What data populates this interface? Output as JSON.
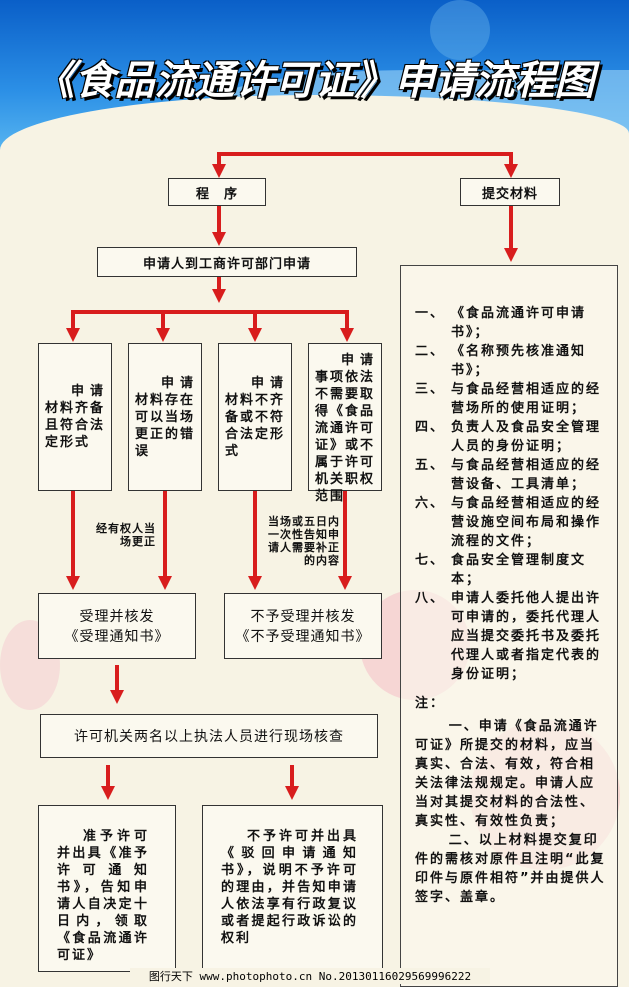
{
  "title": "《食品流通许可证》申请流程图",
  "colors": {
    "banner": "#0a5fc8",
    "arrow": "#d81d1d",
    "background": "#f7f3e4"
  },
  "headers": {
    "procedure": "程　序",
    "materials": "提交材料"
  },
  "steps": {
    "apply": "申请人到工商许可部门申请",
    "branches": [
      "申请材料齐备且符合法定形式",
      "申请材料存在可以当场更正的错误",
      "申请材料不齐备或不符合法定形式",
      "申请事项依法不需要取得《食品流通许可证》或不属于许可机关职权范围"
    ],
    "note_correct": "经有权人当场更正",
    "note_supplement": "当场或五日内一次性告知申请人需要补正的内容",
    "accept": [
      "受理并核发",
      "《受理通知书》"
    ],
    "reject": [
      "不予受理并核发",
      "《不予受理通知书》"
    ],
    "inspect": "许可机关两名以上执法人员进行现场核查",
    "grant": "准予许可并出具《准予许可通知书》，告知申请人自决定十日内，领取《食品流通许可证》",
    "deny": "不予许可并出具《驳回申请通知书》，说明不予许可的理由，并告知申请人依法享有行政复议或者提起行政诉讼的权利"
  },
  "materials": [
    {
      "num": "一、",
      "text": "《食品流通许可申请书》；"
    },
    {
      "num": "二、",
      "text": "《名称预先核准通知书》；"
    },
    {
      "num": "三、",
      "text": "与食品经营相适应的经营场所的使用证明；"
    },
    {
      "num": "四、",
      "text": "负责人及食品安全管理人员的身份证明；"
    },
    {
      "num": "五、",
      "text": "与食品经营相适应的经营设备、工具清单；"
    },
    {
      "num": "六、",
      "text": "与食品经营相适应的经营设施空间布局和操作流程的文件；"
    },
    {
      "num": "七、",
      "text": "食品安全管理制度文本；"
    },
    {
      "num": "八、",
      "text": "申请人委托他人提出许可申请的，委托代理人应当提交委托书及委托代理人或者指定代表的身份证明；"
    }
  ],
  "notes": {
    "label": "注：",
    "items": [
      "一、申请《食品流通许可证》所提交的材料，应当真实、合法、有效，符合相关法律法规规定。申请人应当对其提交材料的合法性、真实性、有效性负责；",
      "二、以上材料提交复印件的需核对原件且注明“此复印件与原件相符”并由提供人签字、盖章。"
    ]
  },
  "watermark": "图行天下 www.photophoto.cn  No.20130116029569996222"
}
